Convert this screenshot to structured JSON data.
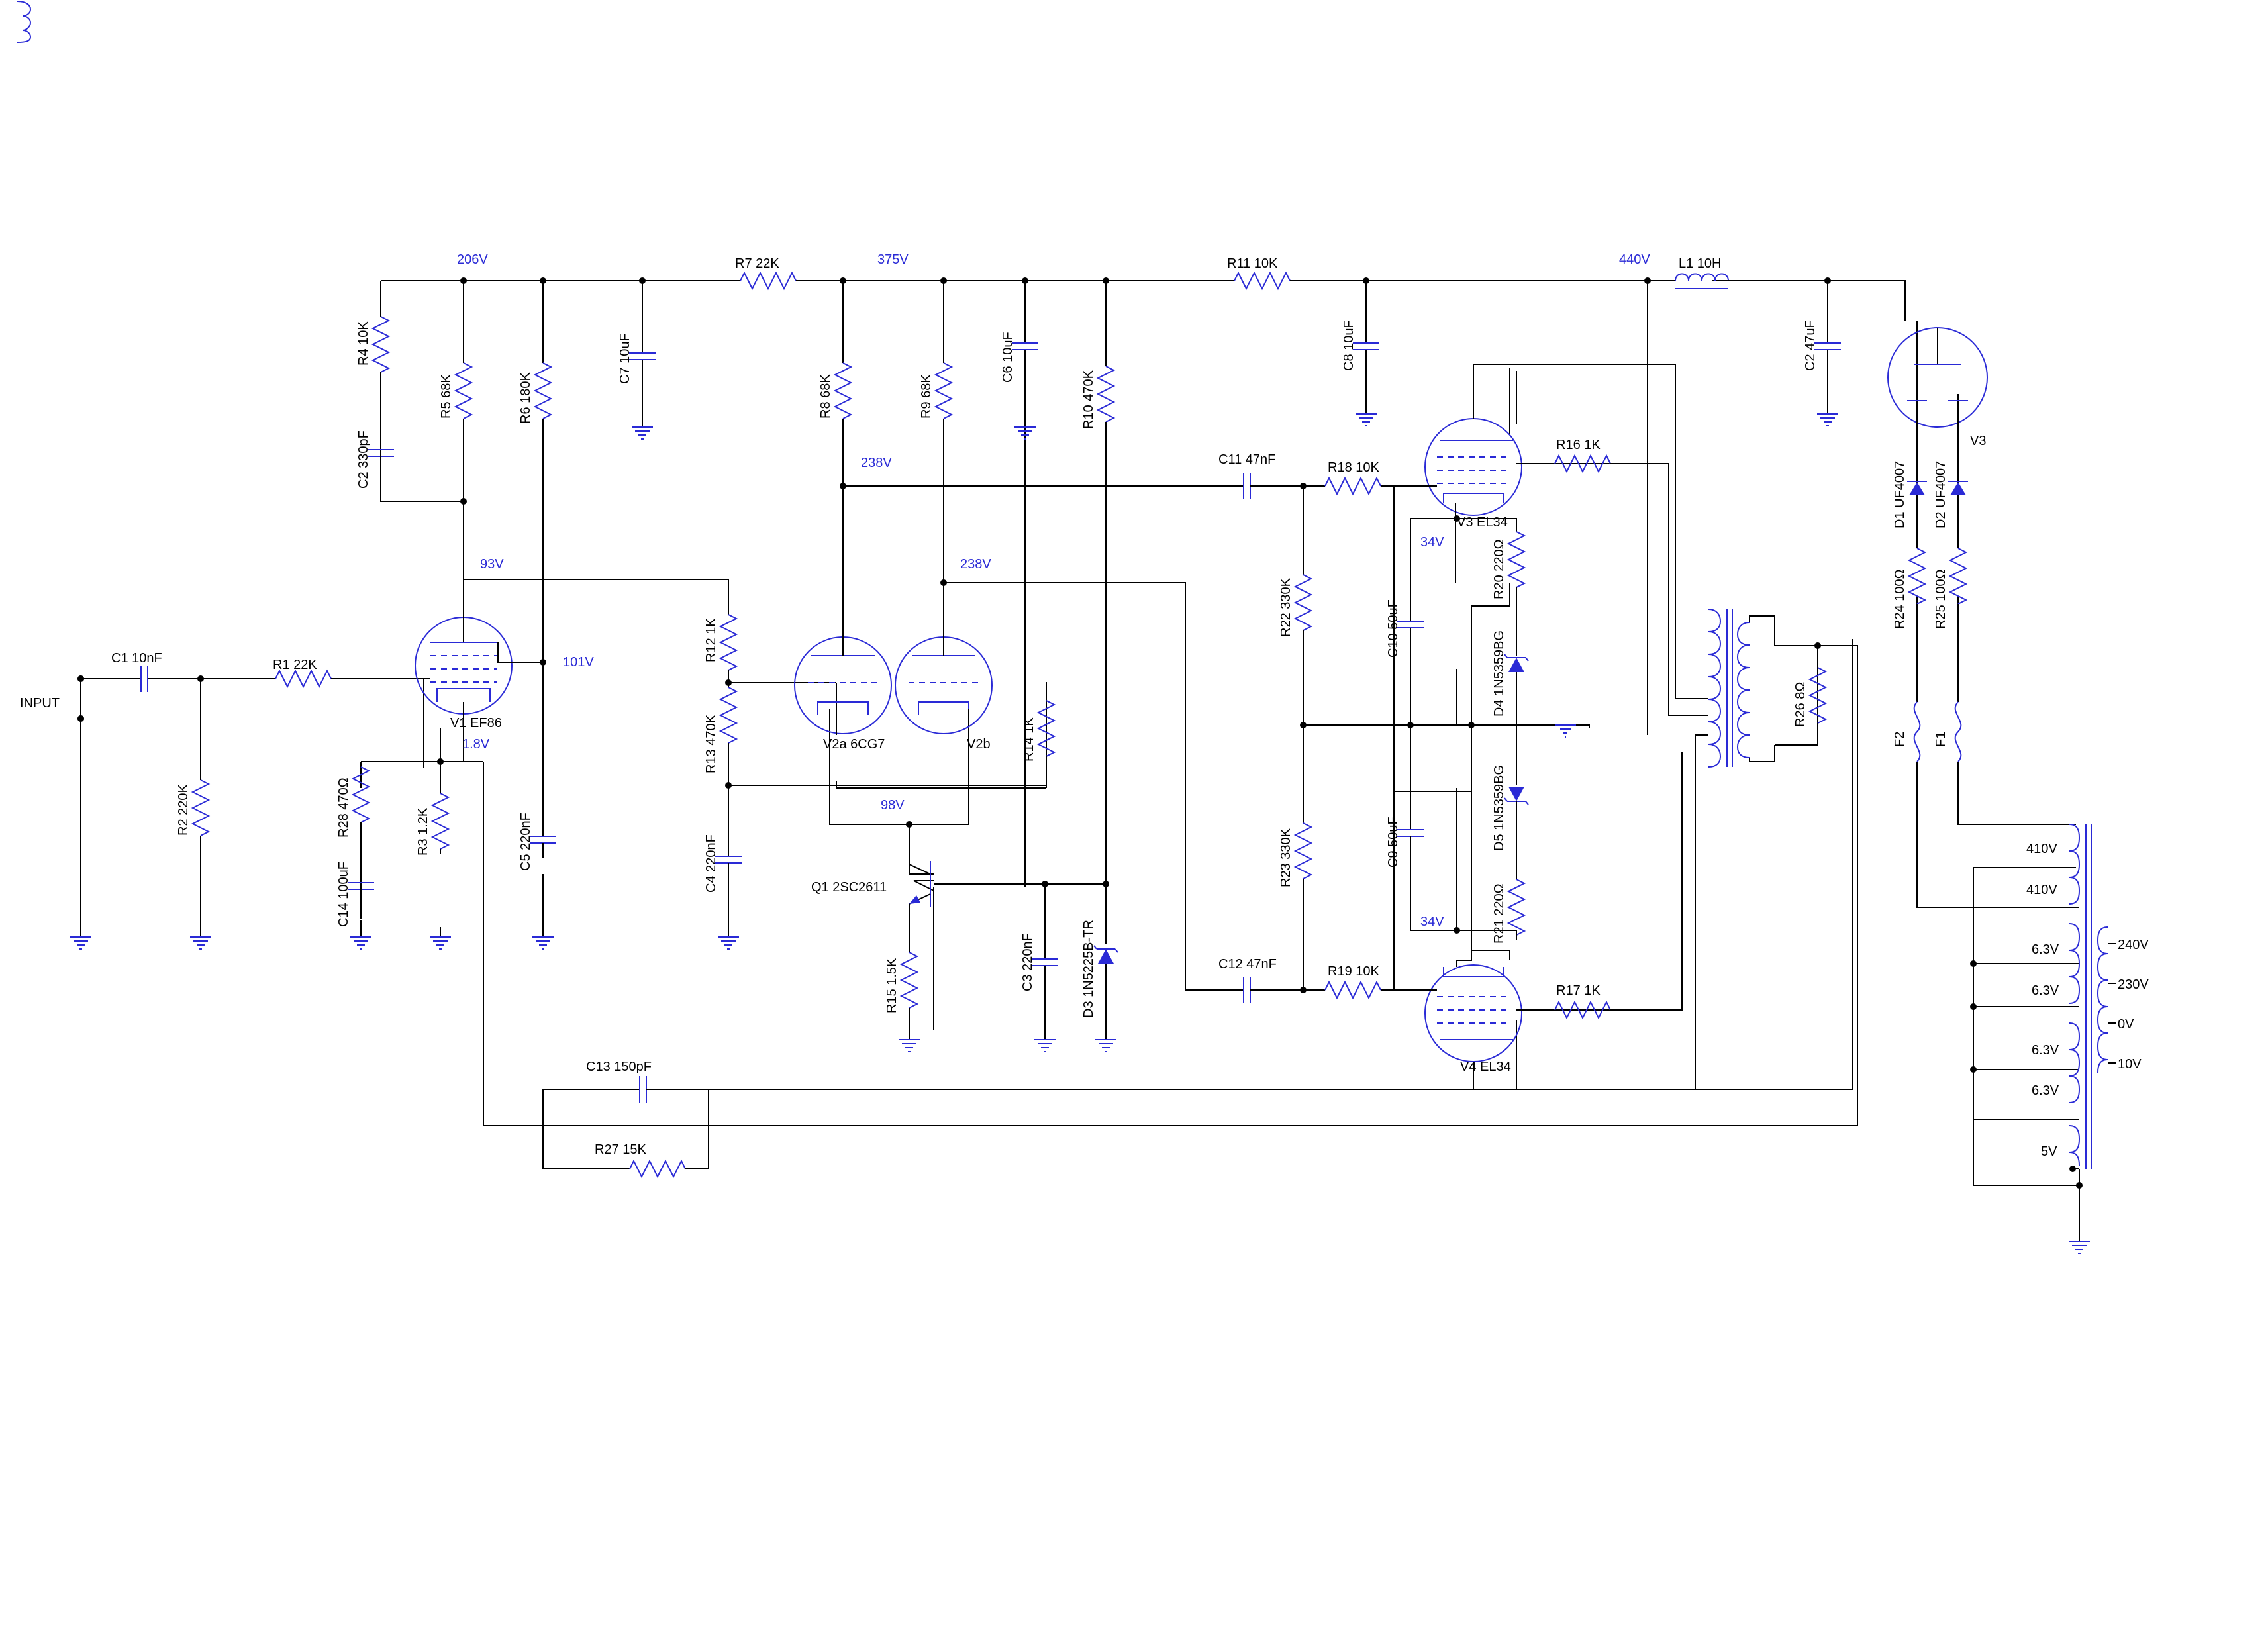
{
  "input": {
    "label": "INPUT"
  },
  "voltages": {
    "v206": "206V",
    "v375": "375V",
    "v440": "440V",
    "v93": "93V",
    "v101": "101V",
    "v1_8": "1.8V",
    "v238a": "238V",
    "v238b": "238V",
    "v98": "98V",
    "v34a": "34V",
    "v34b": "34V"
  },
  "resistors": {
    "r1": "R1 22K",
    "r2": "R2 220K",
    "r3": "R3 1.2K",
    "r4": "R4 10K",
    "r5": "R5 68K",
    "r6": "R6 180K",
    "r7": "R7 22K",
    "r8": "R8 68K",
    "r9": "R9 68K",
    "r10": "R10 470K",
    "r11": "R11 10K",
    "r12": "R12 1K",
    "r13": "R13 470K",
    "r14": "R14 1K",
    "r15": "R15 1.5K",
    "r16": "R16 1K",
    "r17": "R17 1K",
    "r18": "R18 10K",
    "r19": "R19 10K",
    "r20": "R20 220Ω",
    "r21": "R21 220Ω",
    "r22": "R22 330K",
    "r23": "R23 330K",
    "r24": "R24 100Ω",
    "r25": "R25 100Ω",
    "r26": "R26 8Ω",
    "r27": "R27 15K",
    "r28": "R28 470Ω"
  },
  "capacitors": {
    "c1": "C1 10nF",
    "c2a": "C2 330pF",
    "c2b": "C2 47uF",
    "c3": "C3 220nF",
    "c4": "C4 220nF",
    "c5": "C5 220nF",
    "c6": "C6 10uF",
    "c7": "C7 10uF",
    "c8": "C8 10uF",
    "c9": "C9 50uF",
    "c10": "C10 50uF",
    "c11": "C11 47nF",
    "c12": "C12 47nF",
    "c13": "C13 150pF",
    "c14": "C14 100uF"
  },
  "tubes": {
    "v1": "V1  EF86",
    "v2a": "V2a  6CG7",
    "v2b": "V2b",
    "v3": "V3  EL34",
    "v4": "V4  EL34",
    "v3_rect": "V3"
  },
  "semis": {
    "q1": "Q1  2SC2611",
    "d1": "D1 UF4007",
    "d2": "D2 UF4007",
    "d3": "D3  1N5225B-TR",
    "d4": "D4  1N5359BG",
    "d5": "D5  1N5359BG"
  },
  "magnetics": {
    "l1": "L1  10H"
  },
  "fuses": {
    "f1": "F1",
    "f2": "F2"
  },
  "power_transformer": {
    "secondary": [
      "410V",
      "410V",
      "6.3V",
      "6.3V",
      "6.3V",
      "6.3V",
      "5V"
    ],
    "primary": [
      "240V",
      "230V",
      "0V",
      "10V"
    ]
  },
  "colors": {
    "wire": "#000000",
    "component": "#2a2ad6",
    "voltage_label": "#2a2ad6"
  }
}
